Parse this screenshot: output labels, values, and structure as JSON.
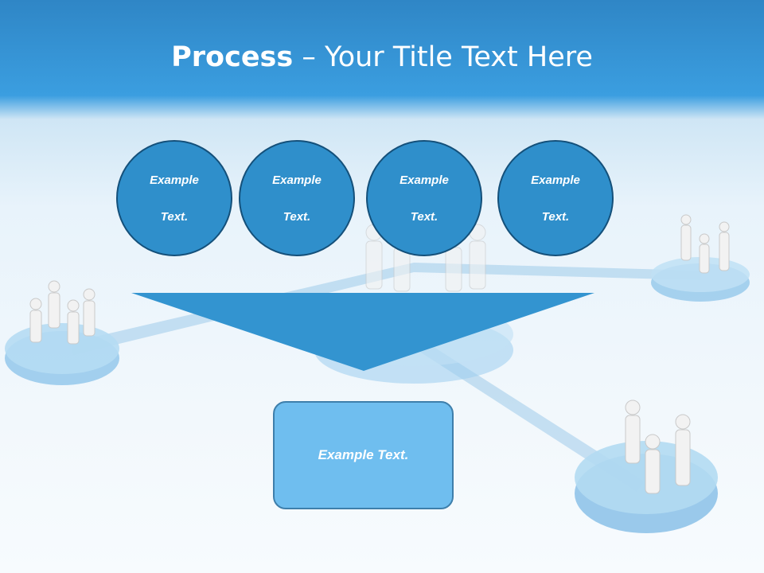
{
  "title": {
    "bold": "Process",
    "dash": " – ",
    "rest": "Your Title Text Here"
  },
  "circles": [
    {
      "line1": "Example",
      "line2": "Text."
    },
    {
      "line1": "Example",
      "line2": "Text."
    },
    {
      "line1": "Example",
      "line2": "Text."
    },
    {
      "line1": "Example",
      "line2": "Text."
    }
  ],
  "result": {
    "text": "Example Text."
  },
  "colors": {
    "circle_fill": "#2f8fcb",
    "circle_border": "#14507a",
    "arrow": "#3394d0",
    "result_fill": "#6fbeef"
  }
}
